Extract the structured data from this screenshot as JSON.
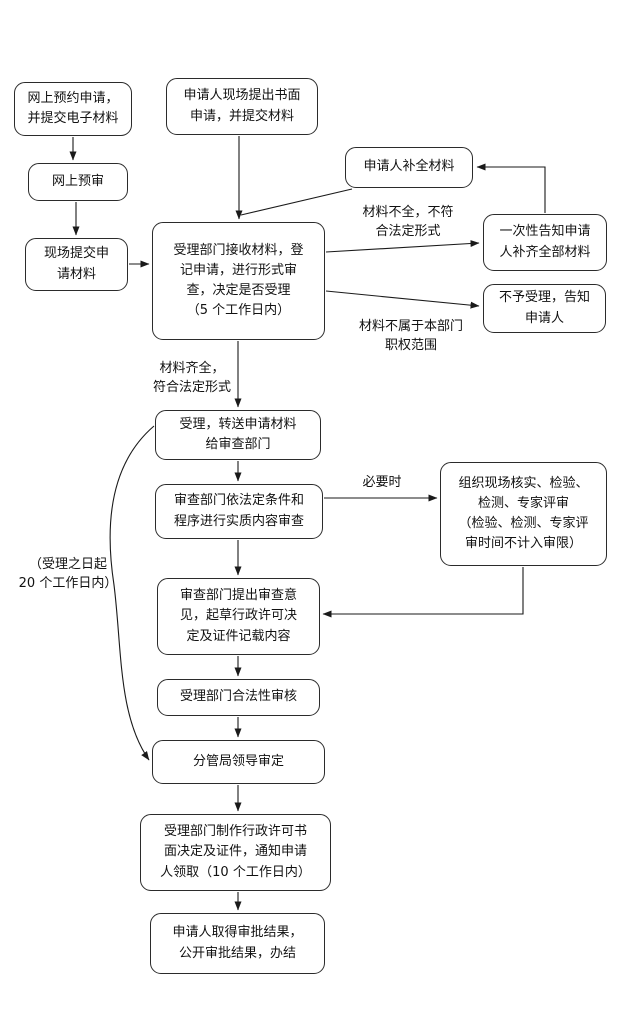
{
  "colors": {
    "stroke": "#1a1a1a",
    "node_border": "#2b2b2b",
    "background": "#ffffff"
  },
  "nodes": {
    "online_appointment": {
      "label": "网上预约申请，\n并提交电子材料"
    },
    "onsite_written_application": {
      "label": "申请人现场提出书面\n申请，并提交材料"
    },
    "online_preview": {
      "label": "网上预审"
    },
    "supplement_materials": {
      "label": "申请人补全材料"
    },
    "onsite_submit": {
      "label": "现场提交申\n请材料"
    },
    "acceptance_review": {
      "label": "受理部门接收材料，登\n记申请，进行形式审\n查，决定是否受理\n（5 个工作日内）"
    },
    "one_time_notice": {
      "label": "一次性告知申请\n人补齐全部材料"
    },
    "reject_notice": {
      "label": "不予受理，告知\n申请人"
    },
    "accept_transfer": {
      "label": "受理，转送申请材料\n给审查部门"
    },
    "substantive_review": {
      "label": "审查部门依法定条件和\n程序进行实质内容审查"
    },
    "onsite_verification": {
      "label": "组织现场核实、检验、\n检测、专家评审\n（检验、检测、专家评\n审时间不计入审限）"
    },
    "review_opinion": {
      "label": "审查部门提出审查意\n见，起草行政许可决\n定及证件记载内容"
    },
    "legality_review": {
      "label": "受理部门合法性审核"
    },
    "leader_approval": {
      "label": "分管局领导审定"
    },
    "make_decision": {
      "label": "受理部门制作行政许可书\n面决定及证件，通知申请\n人领取（10 个工作日内）"
    },
    "obtain_result": {
      "label": "申请人取得审批结果，\n公开审批结果，办结"
    }
  },
  "labels": {
    "incomplete_materials": "材料不全，不符\n合法定形式",
    "out_of_scope": "材料不属于本部门\n职权范围",
    "complete_materials": "材料齐全，\n符合法定形式",
    "when_necessary": "必要时",
    "time_limit": "（受理之日起\n20 个工作日内）"
  }
}
